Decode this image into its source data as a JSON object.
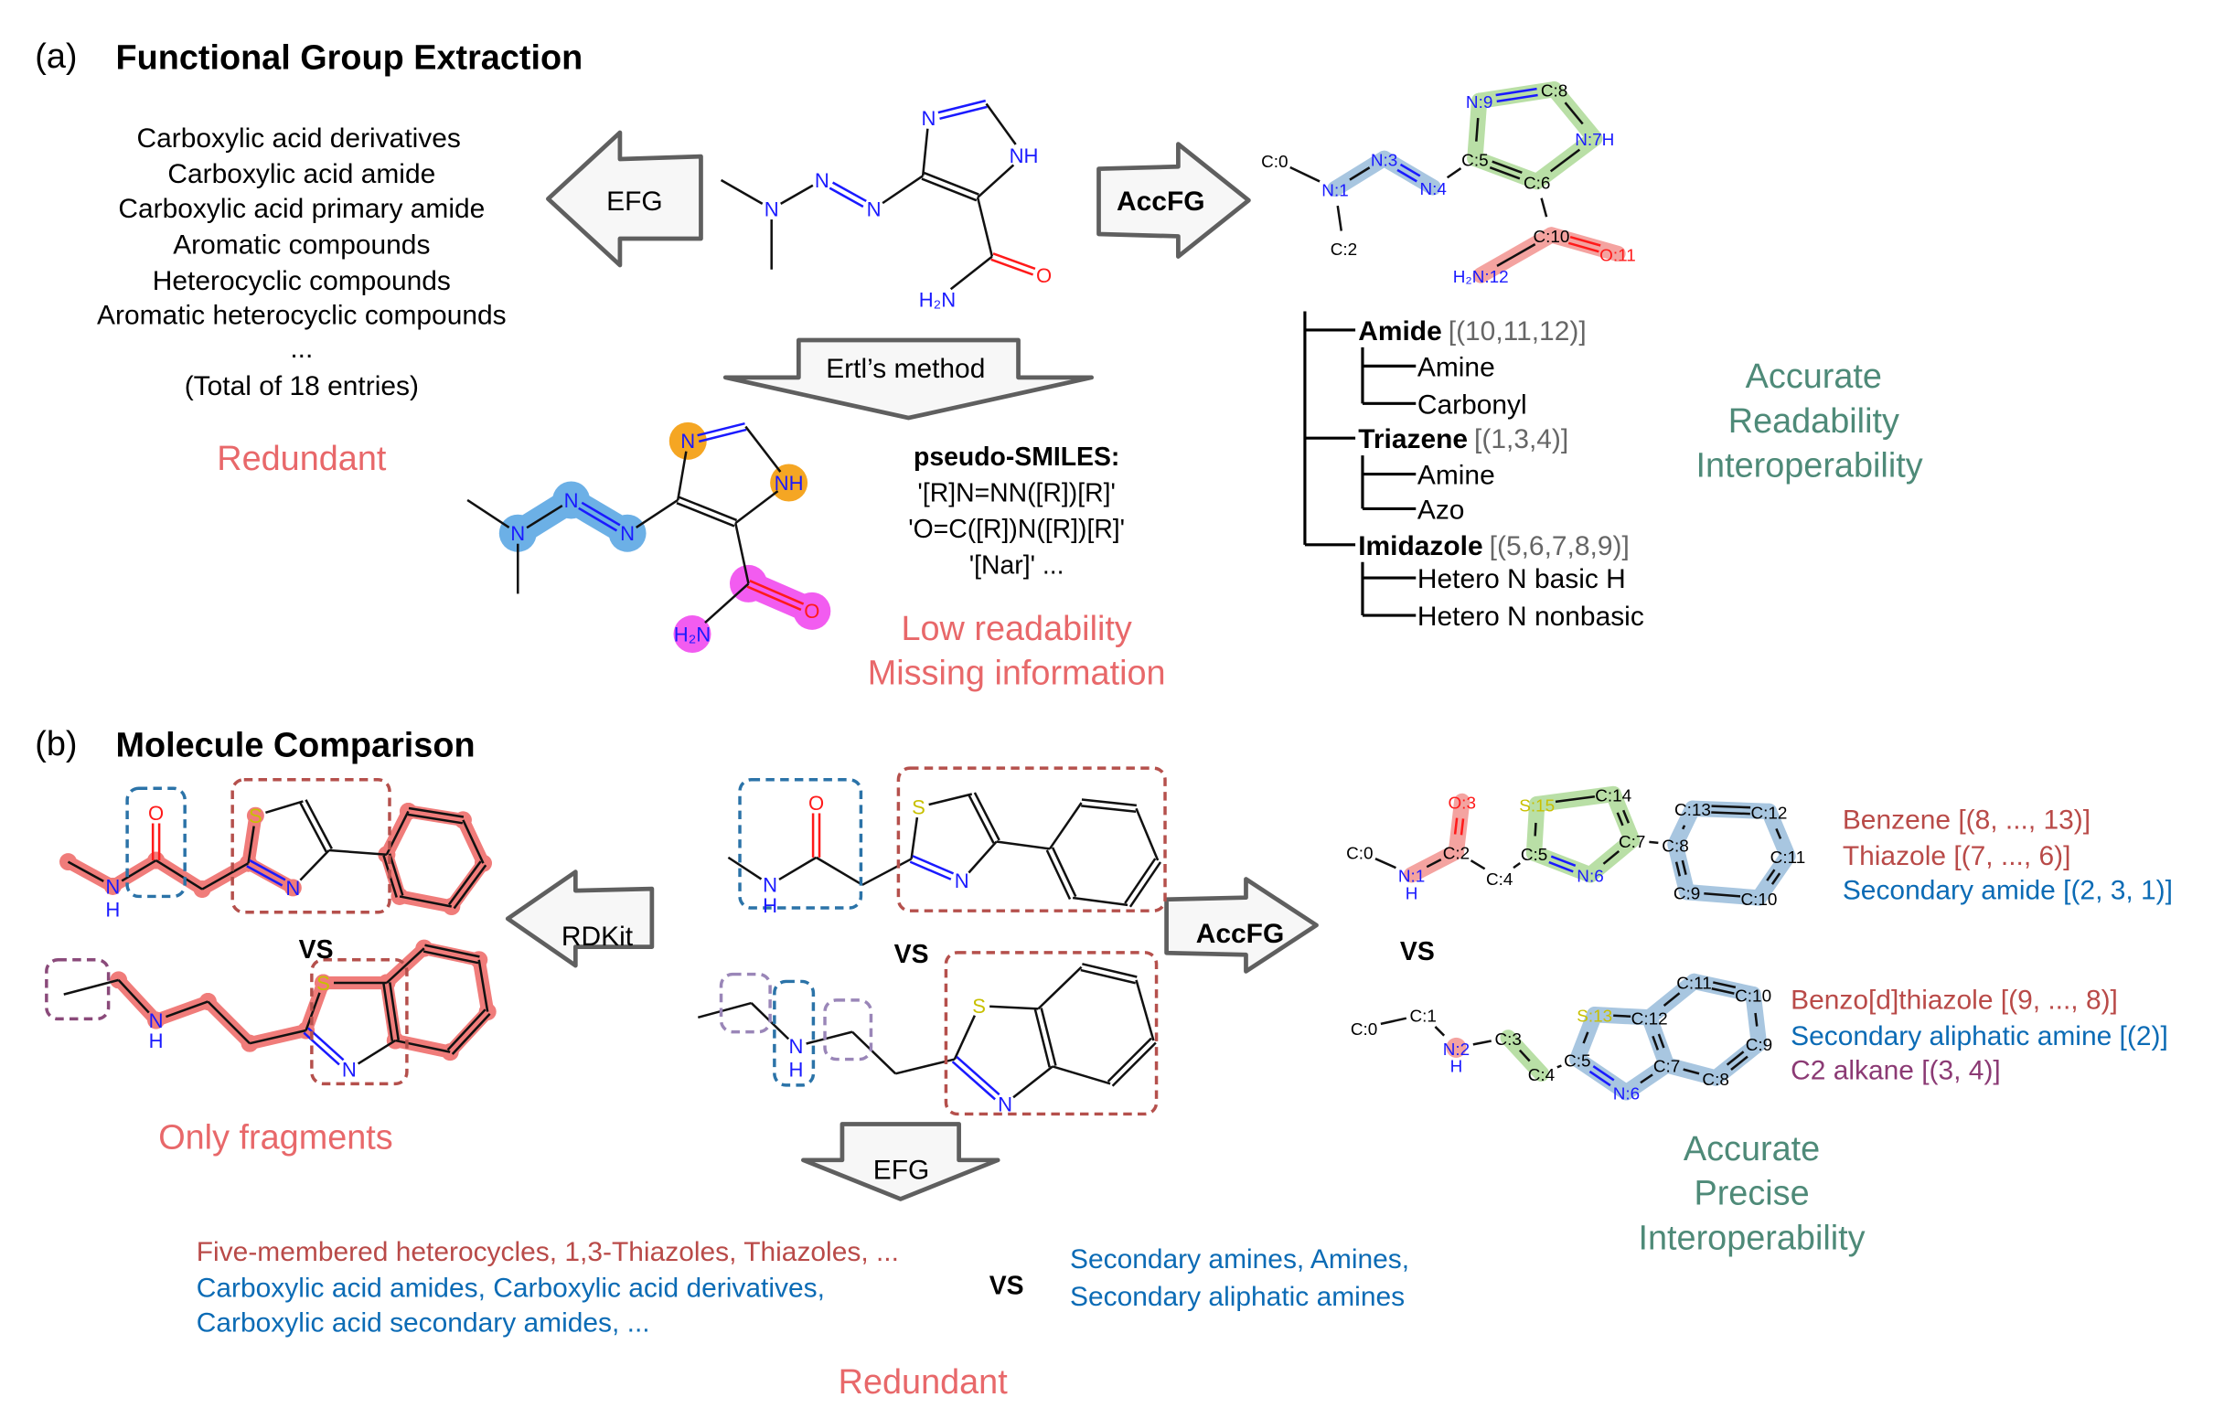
{
  "colors": {
    "verdict_red": "#e8686a",
    "verdict_green": "#4e8a78",
    "fg_red": "#b94a48",
    "fg_blue": "#0b6bb5",
    "fg_purple": "#8b3a74",
    "nitrogen": "#1a1aff",
    "oxygen": "#ff1a1a",
    "sulfur": "#c8c000",
    "highlight_blue": "#6cb0e6",
    "highlight_orange": "#f5a623",
    "highlight_magenta": "#f25cf0",
    "highlight_green": "#b9dfa6",
    "highlight_red": "#f4a3a0",
    "highlight_steel": "#a8c6e0",
    "highlight_salmon": "#f07c7a"
  },
  "panel_a": {
    "label": "(a)",
    "title": "Functional Group Extraction",
    "efg_list": [
      "Carboxylic acid derivatives",
      "Carboxylic acid amide",
      "Carboxylic acid primary amide",
      "Aromatic compounds",
      "Heterocyclic compounds",
      "Aromatic heterocyclic compounds",
      "...",
      "(Total of 18 entries)"
    ],
    "efg_verdict": "Redundant",
    "arrows": {
      "efg": "EFG",
      "accfg": "AccFG",
      "ertl": "Ertl’s method"
    },
    "molecule_atoms": [
      "",
      "N",
      "",
      "N",
      "N",
      "",
      "N",
      "",
      "NH",
      "",
      "",
      "O",
      "H₂N"
    ],
    "ertl_atoms": [
      "",
      "N",
      "",
      "N",
      "N",
      "",
      "N",
      "",
      "NH",
      "",
      "",
      "O",
      "H₂N"
    ],
    "accfg_atoms": [
      "C:0",
      "N:1",
      "C:2",
      "N:3",
      "N:4",
      "C:5",
      "N:9",
      "C:8",
      "N:7H",
      "C:6",
      "C:10",
      "O:11",
      "H₂N:12"
    ],
    "pseudo_smiles": {
      "title": "pseudo-SMILES:",
      "lines": [
        "'[R]N=NN([R])[R]'",
        "'O=C([R])N([R])[R]'",
        "'[Nar]' ..."
      ]
    },
    "ertl_verdict": [
      "Low readability",
      "Missing information"
    ],
    "tree": [
      {
        "name": "Amide",
        "atoms": "[(10,11,12)]",
        "children": [
          "Amine",
          "Carbonyl"
        ]
      },
      {
        "name": "Triazene",
        "atoms": "[(1,3,4)]",
        "children": [
          "Amine",
          "Azo"
        ]
      },
      {
        "name": "Imidazole",
        "atoms": "[(5,6,7,8,9)]",
        "children": [
          "Hetero N basic H",
          "Hetero N nonbasic"
        ]
      }
    ],
    "accfg_verdict": [
      "Accurate",
      "Readability",
      "Interoperability"
    ]
  },
  "panel_b": {
    "label": "(b)",
    "title": "Molecule Comparison",
    "arrows": {
      "rdkit": "RDKit",
      "accfg": "AccFG",
      "efg": "EFG"
    },
    "vs": "VS",
    "rdkit_mol1_atoms": [
      "",
      "N",
      "",
      "O",
      "",
      "",
      "S",
      "",
      "",
      "N",
      "",
      "",
      "",
      "",
      "",
      "",
      "H"
    ],
    "rdkit_mol2_atoms": [
      "",
      "",
      "N",
      "",
      "",
      "",
      "S",
      "",
      "",
      "N",
      "",
      "",
      "",
      "",
      "H"
    ],
    "mol1_atoms": [
      "",
      "N",
      "",
      "O",
      "",
      "",
      "S",
      "",
      "",
      "N",
      "",
      "",
      "",
      "",
      "",
      "",
      "H"
    ],
    "mol2_atoms": [
      "",
      "",
      "N",
      "",
      "",
      "",
      "S",
      "",
      "",
      "N",
      "",
      "",
      "",
      "",
      "H"
    ],
    "rdkit_verdict": "Only fragments",
    "efg_results": {
      "mol1_red": "Five-membered heterocycles, 1,3-Thiazoles, Thiazoles, ...",
      "mol1_blue": [
        "Carboxylic acid amides, Carboxylic acid derivatives,",
        "Carboxylic acid secondary amides, ..."
      ],
      "mol2_blue": [
        "Secondary amines, Amines,",
        "Secondary aliphatic amines"
      ]
    },
    "efg_verdict": "Redundant",
    "accfg_mol1_atoms": [
      "C:0",
      "N:1",
      "C:2",
      "O:3",
      "C:4",
      "C:5",
      "S:15",
      "C:14",
      "C:7",
      "N:6",
      "C:8",
      "C:13",
      "C:12",
      "C:11",
      "C:10",
      "C:9",
      "H"
    ],
    "accfg_mol2_atoms": [
      "C:0",
      "C:1",
      "N:2",
      "C:3",
      "C:4",
      "C:5",
      "S:13",
      "C:12",
      "C:7",
      "N:6",
      "C:11",
      "C:10",
      "C:9",
      "C:8",
      "H"
    ],
    "accfg_mol1_groups": [
      "Benzene [(8, ..., 13)]",
      "Thiazole [(7, ..., 6)]",
      "Secondary amide [(2, 3, 1)]"
    ],
    "accfg_mol2_groups": [
      "Benzo[d]thiazole [(9, ..., 8)]",
      "Secondary aliphatic amine [(2)]",
      "C2 alkane [(3, 4)]"
    ],
    "accfg_verdict": [
      "Accurate",
      "Precise",
      "Interoperability"
    ]
  }
}
